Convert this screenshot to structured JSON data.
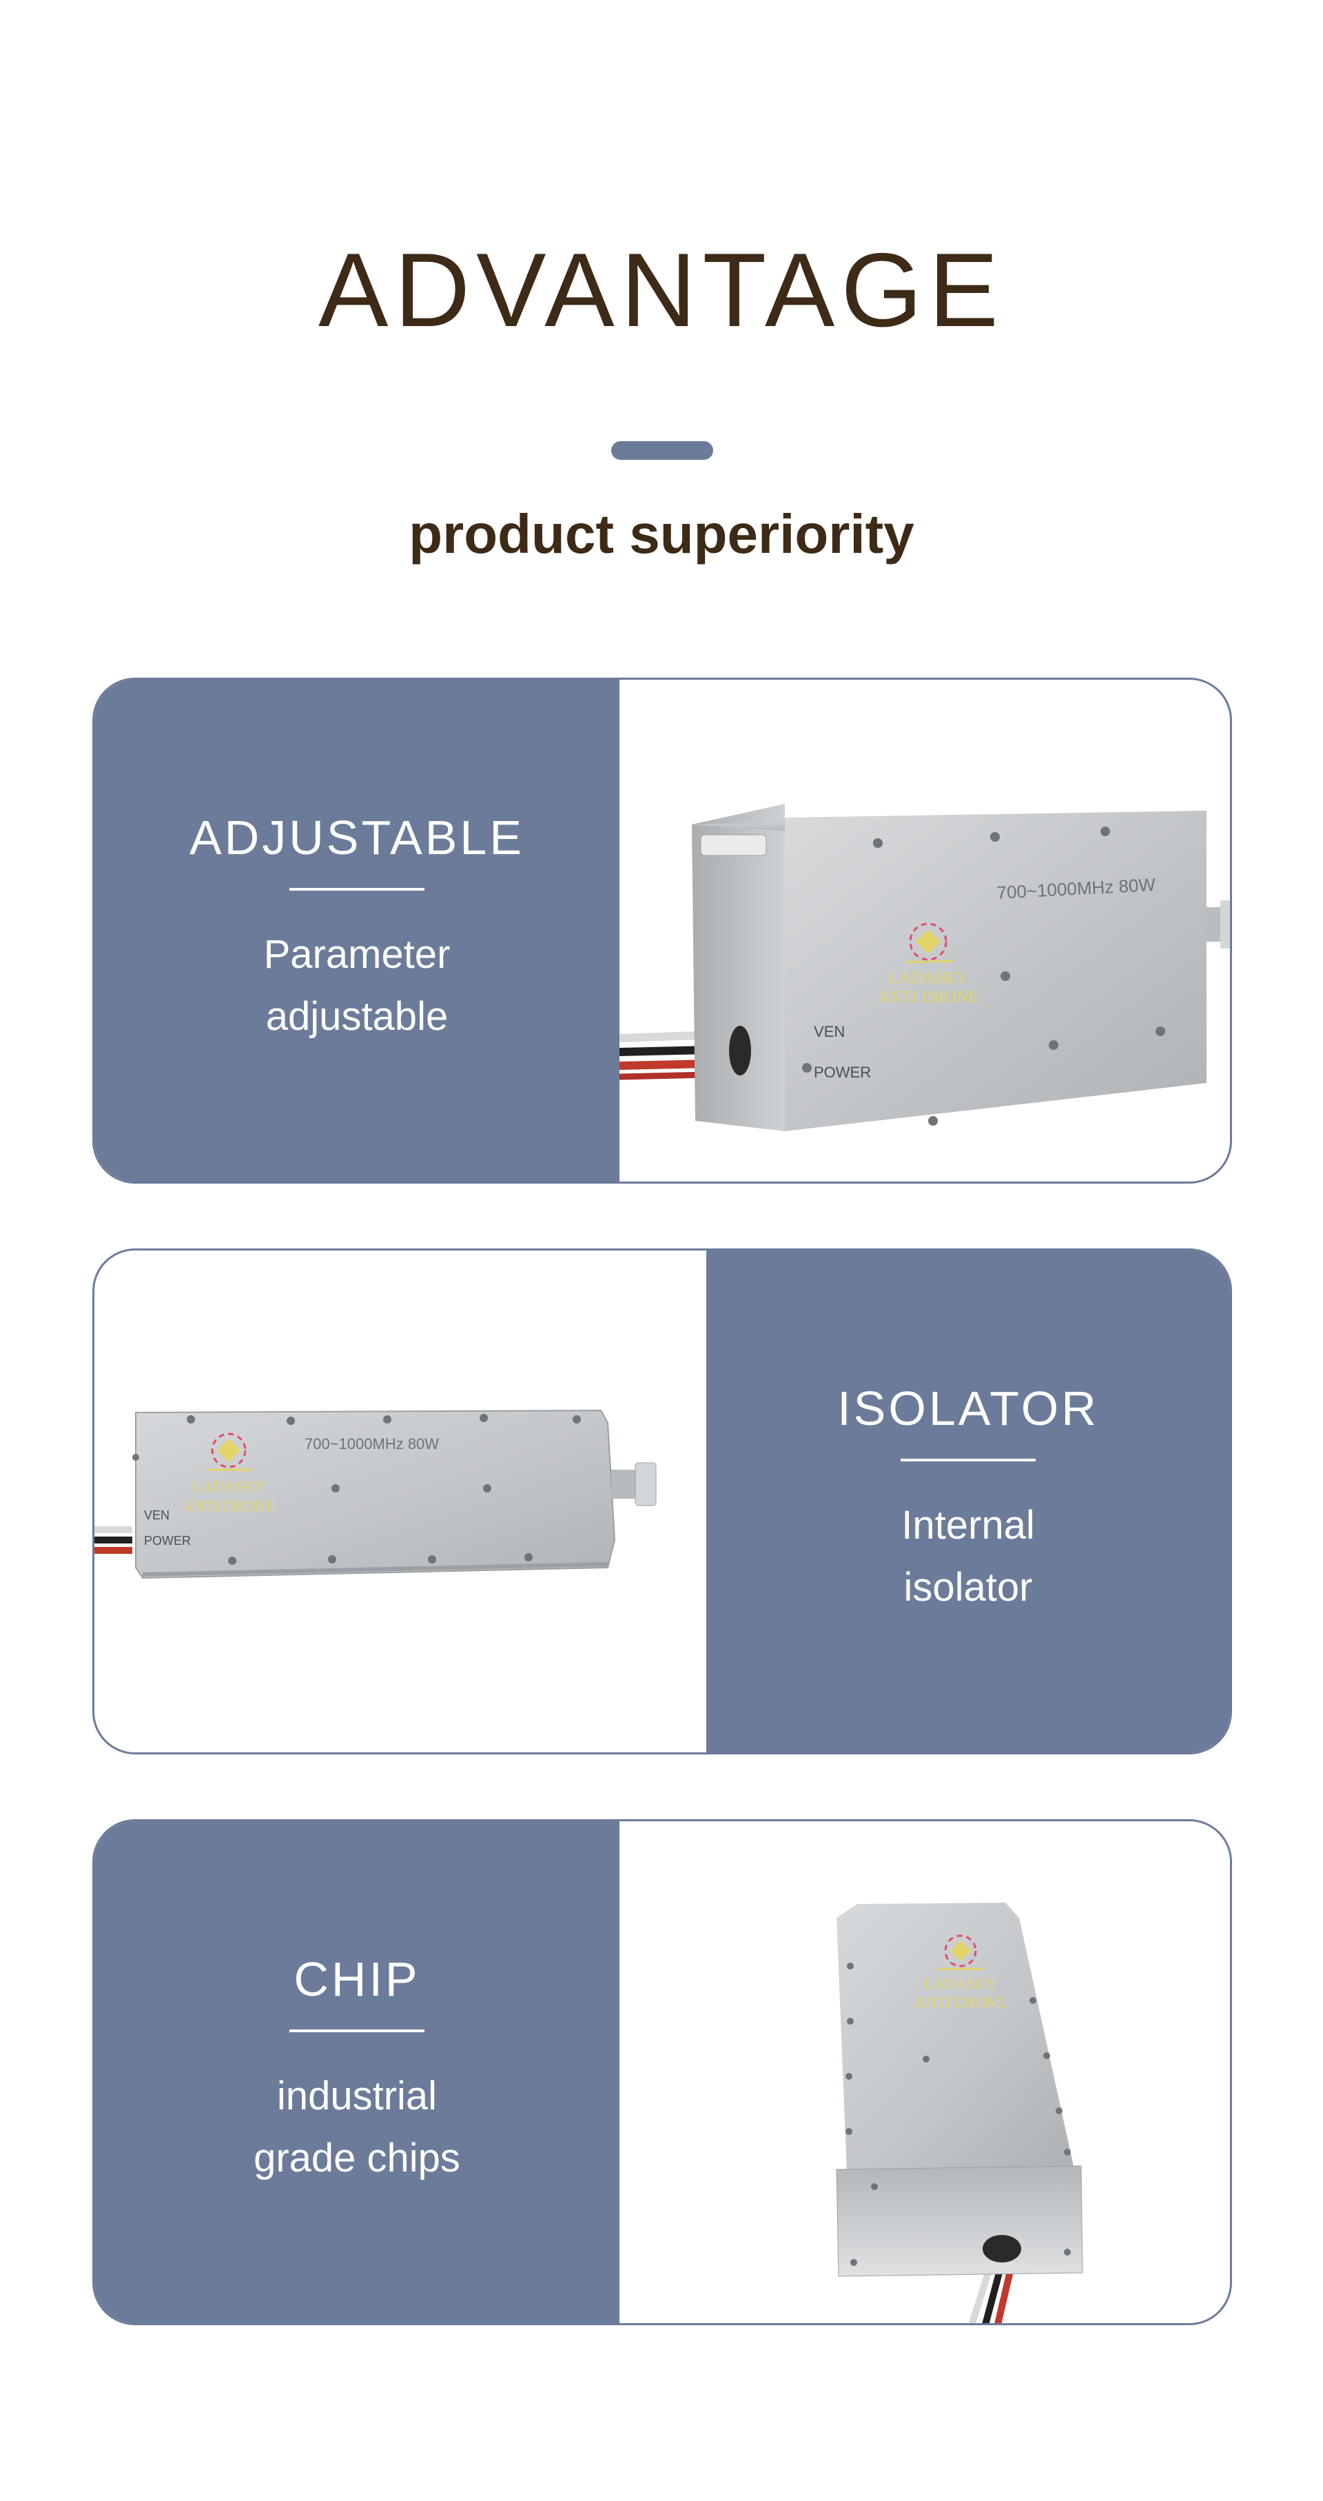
{
  "header": {
    "title": "ADVANTAGE",
    "subtitle": "product superiority"
  },
  "features": [
    {
      "title": "ADJUSTABLE",
      "description_line1": "Parameter",
      "description_line2": "adjustable",
      "product": {
        "spec": "700~1000MHz 80W",
        "brand_line1": "LADASKY",
        "brand_line2": "ANTI DRONE",
        "label_ven": "VEN",
        "label_power": "POWER"
      }
    },
    {
      "title": "ISOLATOR",
      "description_line1": "Internal",
      "description_line2": "isolator",
      "product": {
        "spec": "700~1000MHz 80W",
        "brand_line1": "LADASKY",
        "brand_line2": "ANTI DRONE",
        "label_ven": "VEN",
        "label_power": "POWER"
      }
    },
    {
      "title": "CHIP",
      "description_line1": "industrial",
      "description_line2": "grade chips",
      "product": {
        "brand_line1": "LADASKY",
        "brand_line2": "ANTI DRONE"
      }
    }
  ],
  "colors": {
    "accent": "#6c7b99",
    "title": "#3d2a17",
    "logo": "#e3d56a"
  }
}
